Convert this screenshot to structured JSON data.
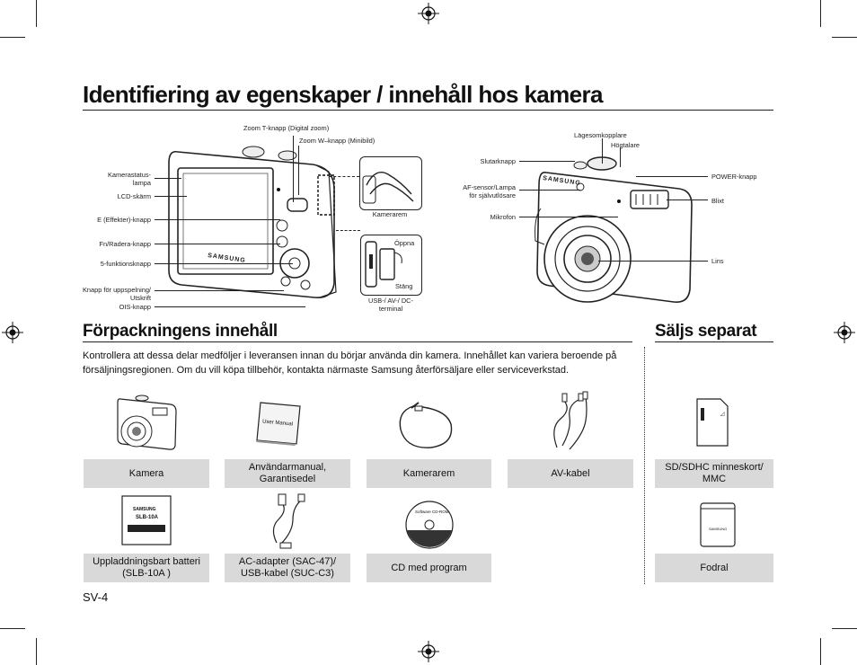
{
  "page": {
    "title": "Identifiering av egenskaper / innehåll hos kamera",
    "page_number": "SV-4"
  },
  "diagram_back": {
    "labels": {
      "zoom_t": "Zoom T-knapp (Digital zoom)",
      "zoom_w": "Zoom W–knapp (Minibild)",
      "status_lamp": "Kamerastatus-\nlampa",
      "lcd": "LCD-skärm",
      "effects": "E (Effekter)-knapp",
      "fn_delete": "Fn/Radera-knapp",
      "five_function": "5-funktionsknapp",
      "playback": "Knapp för uppspelning/\nUtskrift",
      "ois": "OIS-knapp",
      "strap": "Kamerarem",
      "open": "Öppna",
      "close": "Stäng",
      "terminal": "USB-/ AV-/ DC-\nterminal"
    }
  },
  "diagram_front": {
    "labels": {
      "mode_dial": "Lägesomkopplare",
      "speaker": "Högtalare",
      "shutter": "Slutarknapp",
      "power": "POWER-knapp",
      "af_sensor": "AF-sensor/Lampa\nför självutlösare",
      "flash": "Blixt",
      "microphone": "Mikrofon",
      "lens": "Lins"
    }
  },
  "package": {
    "heading": "Förpackningens innehåll",
    "intro": "Kontrollera att dessa delar medföljer i leveransen innan du börjar använda din kamera. Innehållet kan variera beroende på försäljningsregionen. Om du vill köpa tillbehör, kontakta närmaste Samsung återförsäljare eller serviceverkstad.",
    "items": [
      {
        "label": "Kamera"
      },
      {
        "label": "Användarmanual,\nGarantisedel"
      },
      {
        "label": "Kamerarem"
      },
      {
        "label": "AV-kabel"
      },
      {
        "label": "Uppladdningsbart batteri\n(SLB-10A )"
      },
      {
        "label": "AC-adapter (SAC-47)/\nUSB-kabel (SUC-C3)"
      },
      {
        "label": "CD med program"
      }
    ],
    "manual_cover_text": "User Manual",
    "battery_brand": "SAMSUNG",
    "battery_model": "SLB-10A",
    "cd_text": "Software CD-ROM"
  },
  "separate": {
    "heading": "Säljs separat",
    "items": [
      {
        "label": "SD/SDHC minneskort/\nMMC"
      },
      {
        "label": "Fodral"
      }
    ],
    "case_brand": "SAMSUNG"
  },
  "camera_brand": "SAMSUNG"
}
